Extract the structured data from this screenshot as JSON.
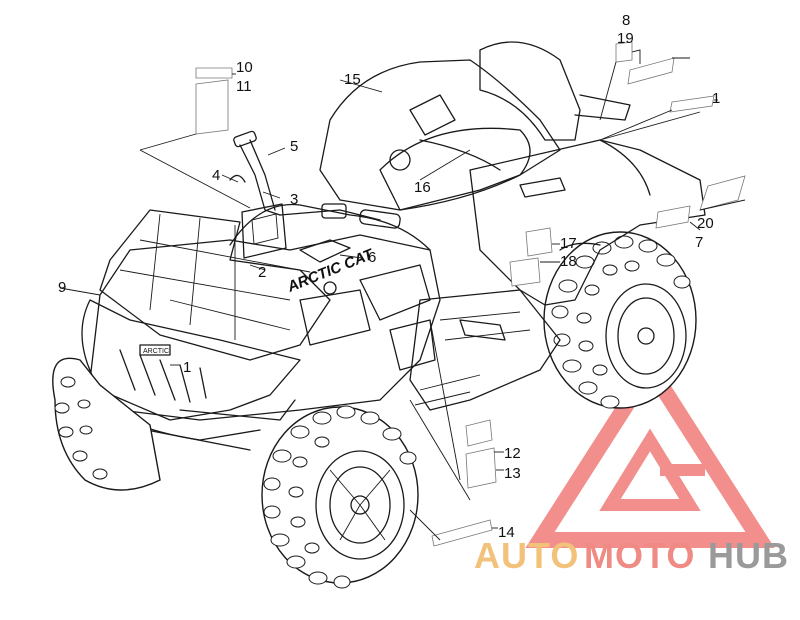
{
  "diagram": {
    "brand_decal_text": "ARCTIC CAT",
    "grille_badge_text": "ARCTIC",
    "callouts": [
      {
        "id": "c1a",
        "label": "1"
      },
      {
        "id": "c1b",
        "label": "1"
      },
      {
        "id": "c2",
        "label": "2"
      },
      {
        "id": "c3",
        "label": "3"
      },
      {
        "id": "c4",
        "label": "4"
      },
      {
        "id": "c5",
        "label": "5"
      },
      {
        "id": "c6",
        "label": "6"
      },
      {
        "id": "c7",
        "label": "7"
      },
      {
        "id": "c8",
        "label": "8"
      },
      {
        "id": "c9",
        "label": "9"
      },
      {
        "id": "c10",
        "label": "10"
      },
      {
        "id": "c11",
        "label": "11"
      },
      {
        "id": "c12",
        "label": "12"
      },
      {
        "id": "c13",
        "label": "13"
      },
      {
        "id": "c14",
        "label": "14"
      },
      {
        "id": "c15",
        "label": "15"
      },
      {
        "id": "c16",
        "label": "16"
      },
      {
        "id": "c17",
        "label": "17"
      },
      {
        "id": "c18",
        "label": "18"
      },
      {
        "id": "c19",
        "label": "19"
      },
      {
        "id": "c20",
        "label": "20"
      }
    ]
  },
  "watermark": {
    "word_part_1": "AUTO",
    "word_part_2": "MOTO",
    "word_part_3": "HUB",
    "color_part_1": "#f2c27a",
    "color_part_2": "#f08a84",
    "color_part_3": "#9a9a9a",
    "triangle_color": "#f07c78"
  }
}
